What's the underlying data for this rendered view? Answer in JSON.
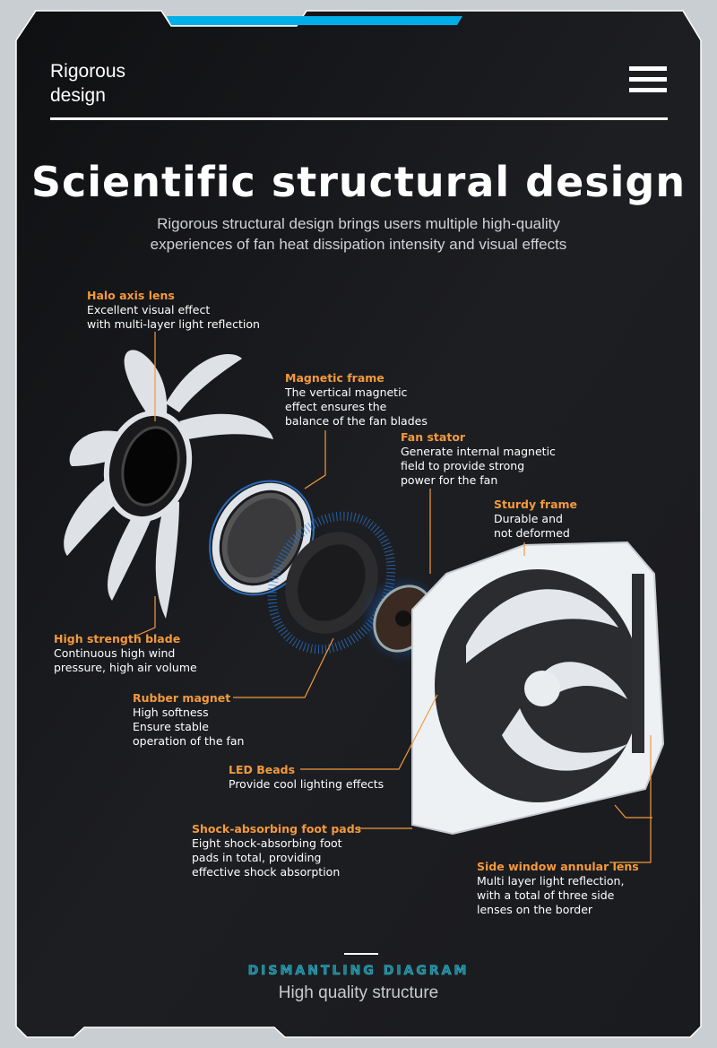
{
  "header": {
    "label": "Rigorous design",
    "menu_icon": "hamburger-icon"
  },
  "title": "Scientific structural design",
  "subtitle_line1": "Rigorous structural design brings users multiple high-quality",
  "subtitle_line2": "experiences of fan heat dissipation intensity and visual effects",
  "callouts": [
    {
      "title": "Halo axis lens",
      "lines": [
        "Excellent visual effect",
        "with multi-layer light reflection"
      ]
    },
    {
      "title": "Magnetic frame",
      "lines": [
        "The vertical magnetic",
        "effect ensures the",
        "balance of the fan blades"
      ]
    },
    {
      "title": "Fan stator",
      "lines": [
        "Generate internal magnetic",
        "field to provide strong",
        "power for the fan"
      ]
    },
    {
      "title": "Sturdy frame",
      "lines": [
        "Durable and",
        "not deformed"
      ]
    },
    {
      "title": "High strength blade",
      "lines": [
        "Continuous high wind",
        "pressure, high air volume"
      ]
    },
    {
      "title": "Rubber magnet",
      "lines": [
        "High softness",
        "Ensure stable",
        "operation of the fan"
      ]
    },
    {
      "title": "LED Beads",
      "lines": [
        "Provide cool lighting effects"
      ]
    },
    {
      "title": "Shock-absorbing foot pads",
      "lines": [
        "Eight shock-absorbing foot",
        "pads in total, providing",
        "effective shock absorption"
      ]
    },
    {
      "title": "Side window annular lens",
      "lines": [
        "Multi layer light reflection,",
        "with a total of three side",
        "lenses on the border"
      ]
    }
  ],
  "footer": {
    "label": "DISMANTLING DIAGRAM",
    "subtitle": "High quality structure"
  },
  "colors": {
    "accent": "#f39a3c",
    "blue": "#00aee8",
    "panel": "#17181b"
  }
}
